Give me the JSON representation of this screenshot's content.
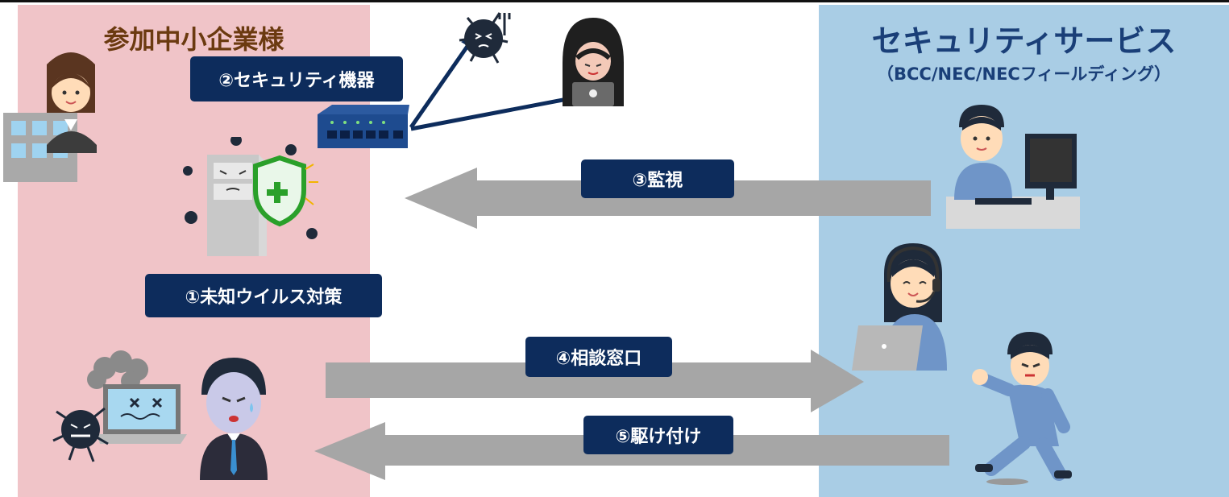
{
  "left_panel": {
    "title": "参加中小企業様"
  },
  "right_panel": {
    "title": "セキュリティサービス",
    "subtitle": "（BCC/NEC/NECフィールディング）"
  },
  "labels": {
    "unknown_virus": "①未知ウイルス対策",
    "security_device": "②セキュリティ機器",
    "monitoring": "③監視",
    "consultation": "④相談窓口",
    "rush_support": "⑤駆け付け"
  },
  "colors": {
    "left_panel_bg": "#f0c4c8",
    "right_panel_bg": "#a9cde5",
    "label_bg": "#0d2c5c",
    "arrow_gray": "#a6a6a6",
    "left_title": "#6b3a10",
    "right_title": "#1a3f78"
  },
  "icons": [
    "office-woman-icon",
    "building-icon",
    "router-icon",
    "virus-icon",
    "hacker-icon",
    "server-shield-icon",
    "broken-laptop-icon",
    "worried-man-icon",
    "monitoring-operator-icon",
    "call-center-operator-icon",
    "running-technician-icon"
  ]
}
